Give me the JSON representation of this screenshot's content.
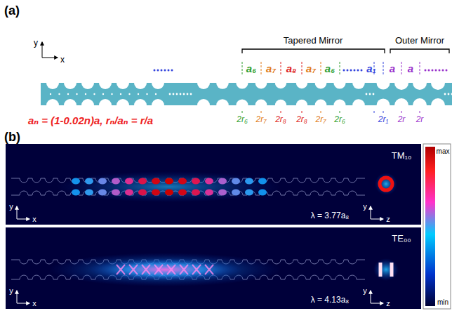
{
  "diagram": {
    "labels": [
      "(a)",
      "y",
      "x",
      "Tapered Mirror",
      "Outer Mirror",
      "a₆",
      "a₇",
      "a₈",
      "a₇",
      "a₆",
      "a₁",
      "a",
      "a",
      "2r₆",
      "2r₇",
      "2r₈",
      "2r₈",
      "2r₇",
      "2r₆",
      "2r₁",
      "2r",
      "2r",
      "aₙ = (1-0.02n)a,  rₙ/aₙ = r/a",
      "(b)",
      "TM₁₀",
      "y",
      "x",
      "λ = 3.77a₈",
      "y",
      "z",
      "TE₀₀",
      "y",
      "x",
      "λ = 4.13a₈",
      "y",
      "z",
      "max",
      "min"
    ]
  }
}
